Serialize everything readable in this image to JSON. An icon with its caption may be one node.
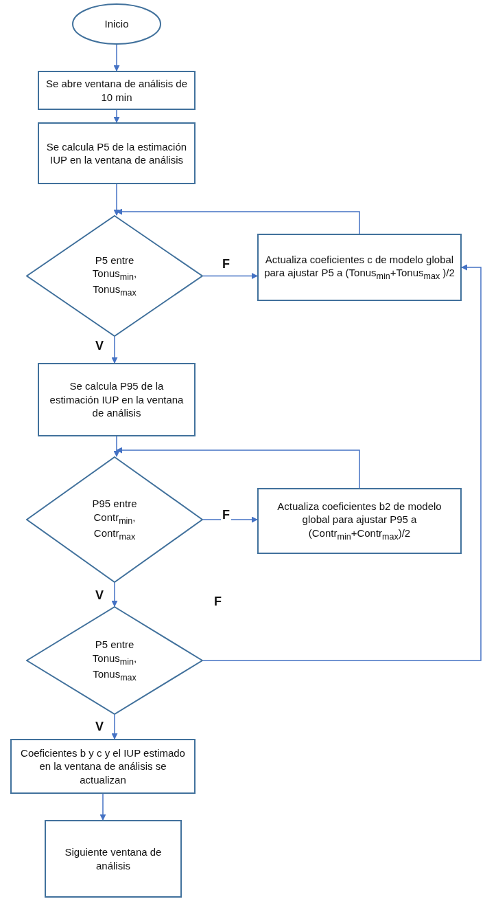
{
  "diagram": {
    "nodes": [
      {
        "text": [
          "Inicio"
        ]
      },
      {
        "text": [
          "Se abre ventana de análisis de 10 min"
        ]
      },
      {
        "text": [
          "Se calcula P5 de  la estimación IUP en la ventana de análisis"
        ]
      },
      {
        "text": [
          "P5 entre Tonus$_{min}$, Tonus$_{max}$"
        ]
      },
      {
        "text": [
          "Actualiza coeficientes c de modelo global para ajustar P5 a (Tonus$_{min}$+Tonus$_{max}$ )/2"
        ]
      },
      {
        "text": [
          "Se calcula P95 de  la estimación IUP en la ventana de análisis"
        ]
      },
      {
        "text": [
          "P95 entre Contr$_{min}$, Contr$_{max}$"
        ]
      },
      {
        "text": [
          "Actualiza coeficientes b2 de modelo global para ajustar P95 a (Contr$_{min}$+Contr$_{max}$)/2"
        ]
      },
      {
        "text": [
          "P5 entre Tonus$_{min}$, Tonus$_{max}$"
        ]
      },
      {
        "text": [
          "Coeficientes b y c y el IUP estimado en la ventana de análisis se actualizan"
        ]
      },
      {
        "text": [
          "Siguiente ventana de análisis"
        ]
      }
    ],
    "edges": [
      {
        "from": 0,
        "to": 1,
        "arrow": "to"
      },
      {
        "from": 1,
        "to": 2,
        "arrow": "to"
      },
      {
        "from": 2,
        "to": 3,
        "arrow": "to"
      },
      {
        "from": 3,
        "to": 4,
        "arrow": "to",
        "label": "F"
      },
      {
        "from": 4,
        "to": 3,
        "arrow": "to"
      },
      {
        "from": 3,
        "to": 5,
        "arrow": "to",
        "label": "V"
      },
      {
        "from": 5,
        "to": 6,
        "arrow": "to"
      },
      {
        "from": 6,
        "to": 7,
        "arrow": "to",
        "label": "F"
      },
      {
        "from": 7,
        "to": 6,
        "arrow": "to"
      },
      {
        "from": 6,
        "to": 8,
        "arrow": "to",
        "label": "V"
      },
      {
        "from": 8,
        "to": 4,
        "arrow": "to",
        "label": "F"
      },
      {
        "from": 8,
        "to": 9,
        "arrow": "to",
        "label": "V"
      },
      {
        "from": 9,
        "to": 10,
        "arrow": "to"
      }
    ]
  }
}
